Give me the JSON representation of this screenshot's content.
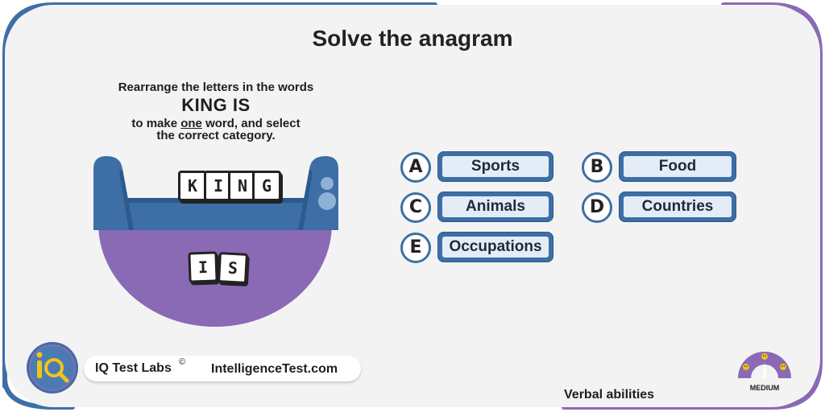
{
  "page_title": "Solve the anagram",
  "instructions": {
    "line1": "Rearrange the letters in the words",
    "words": "KING  IS",
    "line3_pre": "to make ",
    "line3_emphasis": "one",
    "line3_post": " word, and select",
    "line4": "the correct category."
  },
  "tiles_top": [
    "K",
    "I",
    "N",
    "G"
  ],
  "tiles_bottom": [
    "I",
    "S"
  ],
  "options": [
    {
      "letter": "A",
      "label": "Sports"
    },
    {
      "letter": "B",
      "label": "Food"
    },
    {
      "letter": "C",
      "label": "Animals"
    },
    {
      "letter": "D",
      "label": "Countries"
    },
    {
      "letter": "E",
      "label": "Occupations"
    }
  ],
  "brand": {
    "name": "IQ Test Labs",
    "copyright": "©",
    "site": "IntelligenceTest.com"
  },
  "category": "Verbal abilities",
  "difficulty": {
    "label": "MEDIUM",
    "level_fraction": 0.5
  },
  "colors": {
    "blue": "#3d6fa6",
    "purple": "#8a6ab5",
    "card": "#f3f3f4",
    "option_fill": "#e4ecf7"
  }
}
